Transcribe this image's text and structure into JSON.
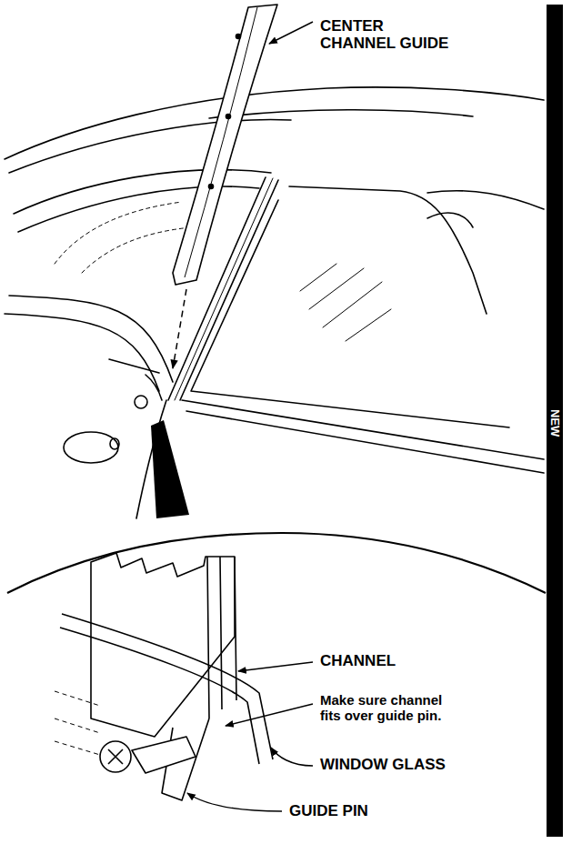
{
  "diagram": {
    "labels": [
      "CENTER CHANNEL GUIDE",
      "CHANNEL",
      "Make sure channel fits over guide pin.",
      "WINDOW GLASS",
      "GUIDE PIN",
      "NEW"
    ]
  }
}
